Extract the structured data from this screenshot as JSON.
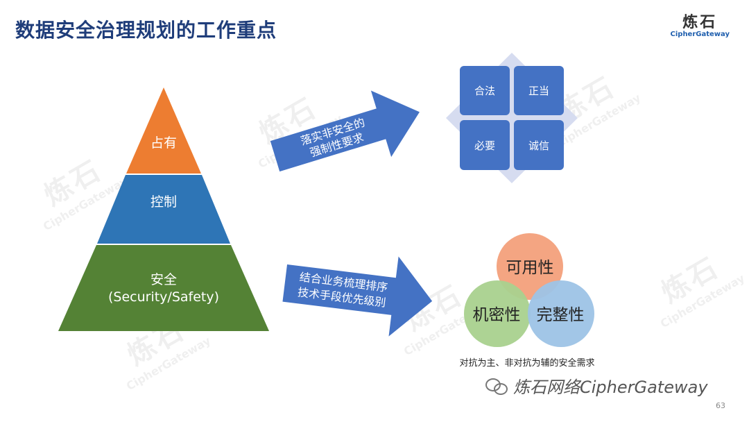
{
  "title": "数据安全治理规划的工作重点",
  "logo": {
    "cn": "炼石",
    "en": "CipherGateway"
  },
  "watermark": {
    "cn": "炼石",
    "en": "CipherGateway"
  },
  "pyramid": {
    "levels": [
      {
        "label": "占有",
        "color": "#ed7d31"
      },
      {
        "label": "控制",
        "color": "#2e75b6"
      },
      {
        "label": "安全",
        "label2": "(Security/Safety)",
        "color": "#548235"
      }
    ]
  },
  "arrows": [
    {
      "line1": "落实非安全的",
      "line2": "强制性要求",
      "color": "#4472c4"
    },
    {
      "line1": "结合业务梳理排序",
      "line2": "技术手段优先级别",
      "color": "#4472c4"
    }
  ],
  "quadrant": {
    "items": [
      "合法",
      "正当",
      "必要",
      "诚信"
    ],
    "tile_color": "#4472c4",
    "diamond_color": "#d6dcf0"
  },
  "circles": {
    "items": [
      {
        "label": "可用性",
        "color": "#f4a582"
      },
      {
        "label": "机密性",
        "color": "#a9d18e"
      },
      {
        "label": "完整性",
        "color": "#9dc3e6"
      }
    ]
  },
  "caption": "对抗为主、非对抗为辅的安全需求",
  "footer": "炼石网络CipherGateway",
  "page_number": "63"
}
